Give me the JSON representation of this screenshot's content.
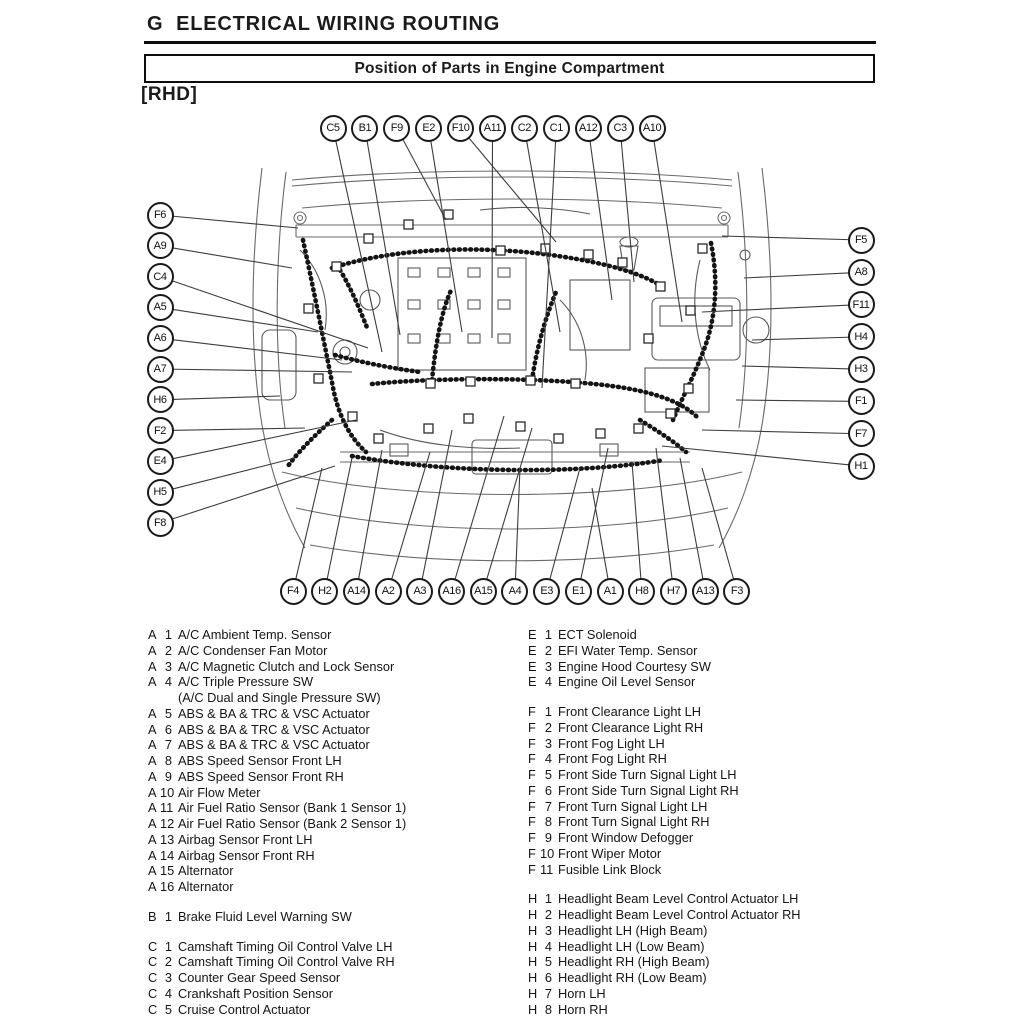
{
  "header": {
    "title": "G  ELECTRICAL WIRING ROUTING",
    "subtitle": "Position of Parts in Engine Compartment",
    "variant": "[RHD]"
  },
  "callouts": {
    "top": [
      "C5",
      "B1",
      "F9",
      "E2",
      "F10",
      "A11",
      "C2",
      "C1",
      "A12",
      "C3",
      "A10"
    ],
    "left": [
      "F6",
      "A9",
      "C4",
      "A5",
      "A6",
      "A7",
      "H6",
      "F2",
      "E4",
      "H5",
      "F8"
    ],
    "right": [
      "F5",
      "A8",
      "F11",
      "H4",
      "H3",
      "F1",
      "F7",
      "H1"
    ],
    "bottom": [
      "F4",
      "H2",
      "A14",
      "A2",
      "A3",
      "A16",
      "A15",
      "A4",
      "E3",
      "E1",
      "A1",
      "H8",
      "H7",
      "A13",
      "F3"
    ]
  },
  "legend": {
    "left_sections": [
      {
        "name": "A",
        "rows": [
          {
            "letter": "A",
            "num": "1",
            "label": "A/C Ambient Temp. Sensor"
          },
          {
            "letter": "A",
            "num": "2",
            "label": "A/C Condenser Fan Motor"
          },
          {
            "letter": "A",
            "num": "3",
            "label": "A/C Magnetic Clutch and Lock Sensor"
          },
          {
            "letter": "A",
            "num": "4",
            "label": "A/C Triple Pressure SW"
          },
          {
            "letter": "",
            "num": "",
            "label": "(A/C Dual and Single Pressure SW)"
          },
          {
            "letter": "A",
            "num": "5",
            "label": "ABS & BA & TRC & VSC Actuator"
          },
          {
            "letter": "A",
            "num": "6",
            "label": "ABS & BA & TRC & VSC Actuator"
          },
          {
            "letter": "A",
            "num": "7",
            "label": "ABS & BA & TRC & VSC Actuator"
          },
          {
            "letter": "A",
            "num": "8",
            "label": "ABS Speed Sensor Front LH"
          },
          {
            "letter": "A",
            "num": "9",
            "label": "ABS Speed Sensor Front RH"
          },
          {
            "letter": "A",
            "num": "10",
            "label": "Air Flow Meter"
          },
          {
            "letter": "A",
            "num": "11",
            "label": "Air Fuel Ratio Sensor (Bank 1 Sensor 1)"
          },
          {
            "letter": "A",
            "num": "12",
            "label": "Air Fuel Ratio Sensor (Bank 2 Sensor 1)"
          },
          {
            "letter": "A",
            "num": "13",
            "label": "Airbag Sensor Front LH"
          },
          {
            "letter": "A",
            "num": "14",
            "label": "Airbag Sensor Front RH"
          },
          {
            "letter": "A",
            "num": "15",
            "label": "Alternator"
          },
          {
            "letter": "A",
            "num": "16",
            "label": "Alternator"
          }
        ]
      },
      {
        "name": "B",
        "rows": [
          {
            "letter": "B",
            "num": "1",
            "label": "Brake Fluid Level Warning SW"
          }
        ]
      },
      {
        "name": "C",
        "rows": [
          {
            "letter": "C",
            "num": "1",
            "label": "Camshaft Timing Oil Control Valve LH"
          },
          {
            "letter": "C",
            "num": "2",
            "label": "Camshaft Timing Oil Control Valve RH"
          },
          {
            "letter": "C",
            "num": "3",
            "label": "Counter Gear Speed Sensor"
          },
          {
            "letter": "C",
            "num": "4",
            "label": "Crankshaft Position Sensor"
          },
          {
            "letter": "C",
            "num": "5",
            "label": "Cruise Control Actuator"
          }
        ]
      }
    ],
    "right_sections": [
      {
        "name": "E",
        "rows": [
          {
            "letter": "E",
            "num": "1",
            "label": "ECT Solenoid"
          },
          {
            "letter": "E",
            "num": "2",
            "label": "EFI Water Temp. Sensor"
          },
          {
            "letter": "E",
            "num": "3",
            "label": "Engine Hood Courtesy SW"
          },
          {
            "letter": "E",
            "num": "4",
            "label": "Engine Oil Level Sensor"
          }
        ]
      },
      {
        "name": "F",
        "rows": [
          {
            "letter": "F",
            "num": "1",
            "label": "Front Clearance Light LH"
          },
          {
            "letter": "F",
            "num": "2",
            "label": "Front Clearance Light RH"
          },
          {
            "letter": "F",
            "num": "3",
            "label": "Front Fog Light LH"
          },
          {
            "letter": "F",
            "num": "4",
            "label": "Front Fog Light RH"
          },
          {
            "letter": "F",
            "num": "5",
            "label": "Front Side Turn Signal Light LH"
          },
          {
            "letter": "F",
            "num": "6",
            "label": "Front Side Turn Signal Light RH"
          },
          {
            "letter": "F",
            "num": "7",
            "label": "Front Turn Signal Light LH"
          },
          {
            "letter": "F",
            "num": "8",
            "label": "Front Turn Signal Light RH"
          },
          {
            "letter": "F",
            "num": "9",
            "label": "Front Window Defogger"
          },
          {
            "letter": "F",
            "num": "10",
            "label": "Front Wiper Motor"
          },
          {
            "letter": "F",
            "num": "11",
            "label": "Fusible Link Block"
          }
        ]
      },
      {
        "name": "H",
        "rows": [
          {
            "letter": "H",
            "num": "1",
            "label": "Headlight Beam Level Control Actuator LH"
          },
          {
            "letter": "H",
            "num": "2",
            "label": "Headlight Beam Level Control Actuator RH"
          },
          {
            "letter": "H",
            "num": "3",
            "label": "Headlight LH (High Beam)"
          },
          {
            "letter": "H",
            "num": "4",
            "label": "Headlight LH (Low Beam)"
          },
          {
            "letter": "H",
            "num": "5",
            "label": "Headlight RH (High Beam)"
          },
          {
            "letter": "H",
            "num": "6",
            "label": "Headlight RH (Low Beam)"
          },
          {
            "letter": "H",
            "num": "7",
            "label": "Horn LH"
          },
          {
            "letter": "H",
            "num": "8",
            "label": "Horn RH"
          }
        ]
      }
    ]
  }
}
